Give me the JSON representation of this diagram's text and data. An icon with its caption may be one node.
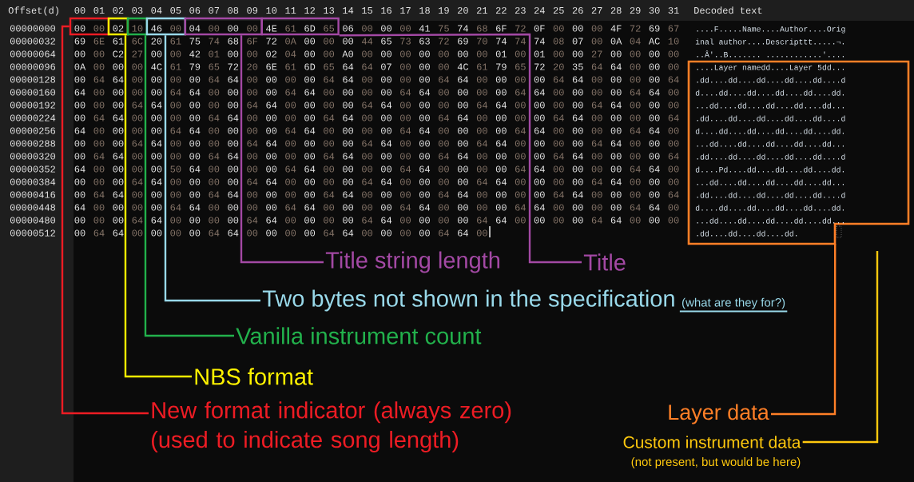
{
  "diagram": {
    "nodes": [
      {
        "text": [],
        "shape": "box"
      },
      {
        "text": [],
        "shape": "box"
      },
      {
        "text": [],
        "shape": "box"
      },
      {
        "text": [],
        "shape": "box"
      },
      {
        "text": [],
        "shape": "box"
      },
      {
        "text": [],
        "shape": "box"
      },
      {
        "text": [],
        "shape": "box"
      },
      {
        "text": [
          "Title string length"
        ]
      },
      {
        "text": [
          "Title"
        ]
      },
      {
        "text": [
          "Two bytes not shown in the specification",
          "(what are they for?)"
        ]
      },
      {
        "text": [
          "Vanilla instrument count"
        ]
      },
      {
        "text": [
          "NBS format"
        ]
      },
      {
        "text": [
          "New format indicator (always zero) (used to indicate song length)"
        ]
      },
      {
        "text": [
          "Layer data"
        ]
      },
      {
        "text": [
          "Custom instrument data",
          "(not present, but would be here)"
        ]
      }
    ],
    "edges": [
      {
        "from": 7,
        "to": 4,
        "arrow": "none",
        "color": "#a349a4"
      },
      {
        "from": 8,
        "to": 5,
        "arrow": "none",
        "color": "#a349a4"
      },
      {
        "from": 9,
        "to": 3,
        "arrow": "none",
        "color": "#99d9ea"
      },
      {
        "from": 10,
        "to": 2,
        "arrow": "none",
        "color": "#22b14c"
      },
      {
        "from": 11,
        "to": 1,
        "arrow": "none",
        "color": "#fff200"
      },
      {
        "from": 12,
        "to": 0,
        "arrow": "none",
        "color": "#ed1c24"
      },
      {
        "from": 13,
        "to": 6,
        "arrow": "none",
        "color": "#ff7f27"
      },
      {
        "from": 14,
        "to": null,
        "arrow": "none",
        "color": "#ffc90e"
      }
    ],
    "labels": [
      "Offset(d)",
      "00",
      "01",
      "02",
      "03",
      "04",
      "05",
      "06",
      "07",
      "08",
      "09",
      "10",
      "11",
      "12",
      "13",
      "14",
      "15",
      "16",
      "17",
      "18",
      "19",
      "20",
      "21",
      "22",
      "23",
      "24",
      "25",
      "26",
      "27",
      "28",
      "29",
      "30",
      "31",
      "Decoded text",
      "00000000",
      "00",
      "00",
      "02",
      "10",
      "46",
      "00",
      "04",
      "00",
      "00",
      "00",
      "4E",
      "61",
      "6D",
      "65",
      "06",
      "00",
      "00",
      "00",
      "41",
      "75",
      "74",
      "68",
      "6F",
      "72",
      "0F",
      "00",
      "00",
      "00",
      "4F",
      "72",
      "69",
      "67",
      "....F.....Name....Author....Orig",
      "00000032",
      "69",
      "6E",
      "61",
      "6C",
      "20",
      "61",
      "75",
      "74",
      "68",
      "6F",
      "72",
      "0A",
      "00",
      "00",
      "00",
      "44",
      "65",
      "73",
      "63",
      "72",
      "69",
      "70",
      "74",
      "74",
      "74",
      "08",
      "07",
      "00",
      "0A",
      "04",
      "AC",
      "10",
      "inal author....Descripttt.....¬.",
      "00000064",
      "00",
      "00",
      "C2",
      "27",
      "00",
      "00",
      "42",
      "01",
      "00",
      "00",
      "02",
      "04",
      "00",
      "00",
      "A0",
      "00",
      "00",
      "00",
      "00",
      "00",
      "00",
      "00",
      "01",
      "00",
      "01",
      "00",
      "00",
      "27",
      "00",
      "00",
      "00",
      "00",
      "..Â'..B....... ............'....",
      "00000096",
      "0A",
      "00",
      "00",
      "00",
      "4C",
      "61",
      "79",
      "65",
      "72",
      "20",
      "6E",
      "61",
      "6D",
      "65",
      "64",
      "64",
      "07",
      "00",
      "00",
      "00",
      "4C",
      "61",
      "79",
      "65",
      "72",
      "20",
      "35",
      "64",
      "64",
      "00",
      "00",
      "00",
      "....Layer namedd....Layer 5dd...",
      "00000128",
      "00",
      "64",
      "64",
      "00",
      "00",
      "00",
      "00",
      "64",
      "64",
      "00",
      "00",
      "00",
      "00",
      "64",
      "64",
      "00",
      "00",
      "00",
      "00",
      "64",
      "64",
      "00",
      "00",
      "00",
      "00",
      "64",
      "64",
      "00",
      "00",
      "00",
      "00",
      "64",
      ".dd....dd....dd....dd....dd....d",
      "00000160",
      "64",
      "00",
      "00",
      "00",
      "00",
      "64",
      "64",
      "00",
      "00",
      "00",
      "00",
      "64",
      "64",
      "00",
      "00",
      "00",
      "00",
      "64",
      "64",
      "00",
      "00",
      "00",
      "00",
      "64",
      "64",
      "00",
      "00",
      "00",
      "00",
      "64",
      "64",
      "00",
      "d....dd....dd....dd....dd....dd.",
      "00000192",
      "00",
      "00",
      "00",
      "64",
      "64",
      "00",
      "00",
      "00",
      "00",
      "64",
      "64",
      "00",
      "00",
      "00",
      "00",
      "64",
      "64",
      "00",
      "00",
      "00",
      "00",
      "64",
      "64",
      "00",
      "00",
      "00",
      "00",
      "64",
      "64",
      "00",
      "00",
      "00",
      "...dd....dd....dd....dd....dd...",
      "00000224",
      "00",
      "64",
      "64",
      "00",
      "00",
      "00",
      "00",
      "64",
      "64",
      "00",
      "00",
      "00",
      "00",
      "64",
      "64",
      "00",
      "00",
      "00",
      "00",
      "64",
      "64",
      "00",
      "00",
      "00",
      "00",
      "64",
      "64",
      "00",
      "00",
      "00",
      "00",
      "64",
      ".dd....dd....dd....dd....dd....d",
      "00000256",
      "64",
      "00",
      "00",
      "00",
      "00",
      "64",
      "64",
      "00",
      "00",
      "00",
      "00",
      "64",
      "64",
      "00",
      "00",
      "00",
      "00",
      "64",
      "64",
      "00",
      "00",
      "00",
      "00",
      "64",
      "64",
      "00",
      "00",
      "00",
      "00",
      "64",
      "64",
      "00",
      "d....dd....dd....dd....dd....dd.",
      "00000288",
      "00",
      "00",
      "00",
      "64",
      "64",
      "00",
      "00",
      "00",
      "00",
      "64",
      "64",
      "00",
      "00",
      "00",
      "00",
      "64",
      "64",
      "00",
      "00",
      "00",
      "00",
      "64",
      "64",
      "00",
      "00",
      "00",
      "00",
      "64",
      "64",
      "00",
      "00",
      "00",
      "...dd....dd....dd....dd....dd...",
      "00000320",
      "00",
      "64",
      "64",
      "00",
      "00",
      "00",
      "00",
      "64",
      "64",
      "00",
      "00",
      "00",
      "00",
      "64",
      "64",
      "00",
      "00",
      "00",
      "00",
      "64",
      "64",
      "00",
      "00",
      "00",
      "00",
      "64",
      "64",
      "00",
      "00",
      "00",
      "00",
      "64",
      ".dd....dd....dd....dd....dd....d",
      "00000352",
      "64",
      "00",
      "00",
      "00",
      "00",
      "50",
      "64",
      "00",
      "00",
      "00",
      "00",
      "64",
      "64",
      "00",
      "00",
      "00",
      "00",
      "64",
      "64",
      "00",
      "00",
      "00",
      "00",
      "64",
      "64",
      "00",
      "00",
      "00",
      "00",
      "64",
      "64",
      "00",
      "d....Pd....dd....dd....dd....dd.",
      "00000384",
      "00",
      "00",
      "00",
      "64",
      "64",
      "00",
      "00",
      "00",
      "00",
      "64",
      "64",
      "00",
      "00",
      "00",
      "00",
      "64",
      "64",
      "00",
      "00",
      "00",
      "00",
      "64",
      "64",
      "00",
      "00",
      "00",
      "00",
      "64",
      "64",
      "00",
      "00",
      "00",
      "...dd....dd....dd....dd....dd...",
      "00000416",
      "00",
      "64",
      "64",
      "00",
      "00",
      "00",
      "00",
      "64",
      "64",
      "00",
      "00",
      "00",
      "00",
      "64",
      "64",
      "00",
      "00",
      "00",
      "00",
      "64",
      "64",
      "00",
      "00",
      "00",
      "00",
      "64",
      "64",
      "00",
      "00",
      "00",
      "00",
      "64",
      ".dd....dd....dd....dd....dd....d",
      "00000448",
      "64",
      "00",
      "00",
      "00",
      "00",
      "64",
      "64",
      "00",
      "00",
      "00",
      "00",
      "64",
      "64",
      "00",
      "00",
      "00",
      "00",
      "64",
      "64",
      "00",
      "00",
      "00",
      "00",
      "64",
      "64",
      "00",
      "00",
      "00",
      "00",
      "64",
      "64",
      "00",
      "d....dd....dd....dd....dd....dd.",
      "00000480",
      "00",
      "00",
      "00",
      "64",
      "64",
      "00",
      "00",
      "00",
      "00",
      "64",
      "64",
      "00",
      "00",
      "00",
      "00",
      "64",
      "64",
      "00",
      "00",
      "00",
      "00",
      "64",
      "64",
      "00",
      "00",
      "00",
      "00",
      "64",
      "64",
      "00",
      "00",
      "00",
      "...dd....dd....dd....dd....dd...",
      "00000512",
      "00",
      "64",
      "64",
      "00",
      "00",
      "00",
      "00",
      "64",
      "64",
      "00",
      "00",
      "00",
      "00",
      "64",
      "64",
      "00",
      "00",
      "00",
      "00",
      "64",
      "64",
      "00",
      ".dd....dd....dd....dd."
    ]
  }
}
